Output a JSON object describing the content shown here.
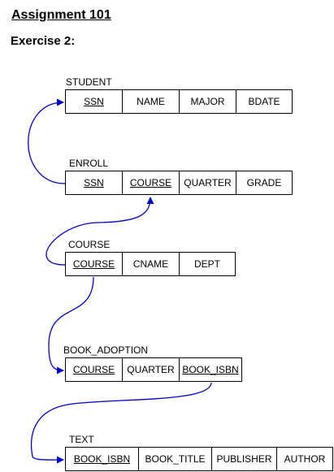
{
  "header": {
    "title": "Assignment 101",
    "subtitle": "Exercise 2:"
  },
  "tables": {
    "student": {
      "name": "STUDENT",
      "attrs": [
        {
          "label": "SSN",
          "key": true
        },
        {
          "label": "NAME",
          "key": false
        },
        {
          "label": "MAJOR",
          "key": false
        },
        {
          "label": "BDATE",
          "key": false
        }
      ]
    },
    "enroll": {
      "name": "ENROLL",
      "attrs": [
        {
          "label": "SSN",
          "key": true
        },
        {
          "label": "COURSE",
          "key": true
        },
        {
          "label": "QUARTER",
          "key": false
        },
        {
          "label": "GRADE",
          "key": false
        }
      ]
    },
    "course": {
      "name": "COURSE",
      "attrs": [
        {
          "label": "COURSE",
          "key": true
        },
        {
          "label": "CNAME",
          "key": false
        },
        {
          "label": "DEPT",
          "key": false
        }
      ]
    },
    "book_adoption": {
      "name": "BOOK_ADOPTION",
      "attrs": [
        {
          "label": "COURSE",
          "key": true
        },
        {
          "label": "QUARTER",
          "key": false
        },
        {
          "label": "BOOK_ISBN",
          "key": true
        }
      ]
    },
    "text": {
      "name": "TEXT",
      "attrs": [
        {
          "label": "BOOK_ISBN",
          "key": true
        },
        {
          "label": "BOOK_TITLE",
          "key": false
        },
        {
          "label": "PUBLISHER",
          "key": false
        },
        {
          "label": "AUTHOR",
          "key": false
        }
      ]
    }
  },
  "links": [
    {
      "from": "ENROLL.SSN",
      "to": "STUDENT.SSN"
    },
    {
      "from": "COURSE.COURSE",
      "to": "ENROLL.COURSE"
    },
    {
      "from": "COURSE.COURSE",
      "to": "BOOK_ADOPTION.COURSE"
    },
    {
      "from": "BOOK_ADOPTION.BOOK_ISBN",
      "to": "TEXT.BOOK_ISBN"
    }
  ],
  "colors": {
    "link": "#0000cc",
    "border": "#000000",
    "background": "#ffffff"
  }
}
